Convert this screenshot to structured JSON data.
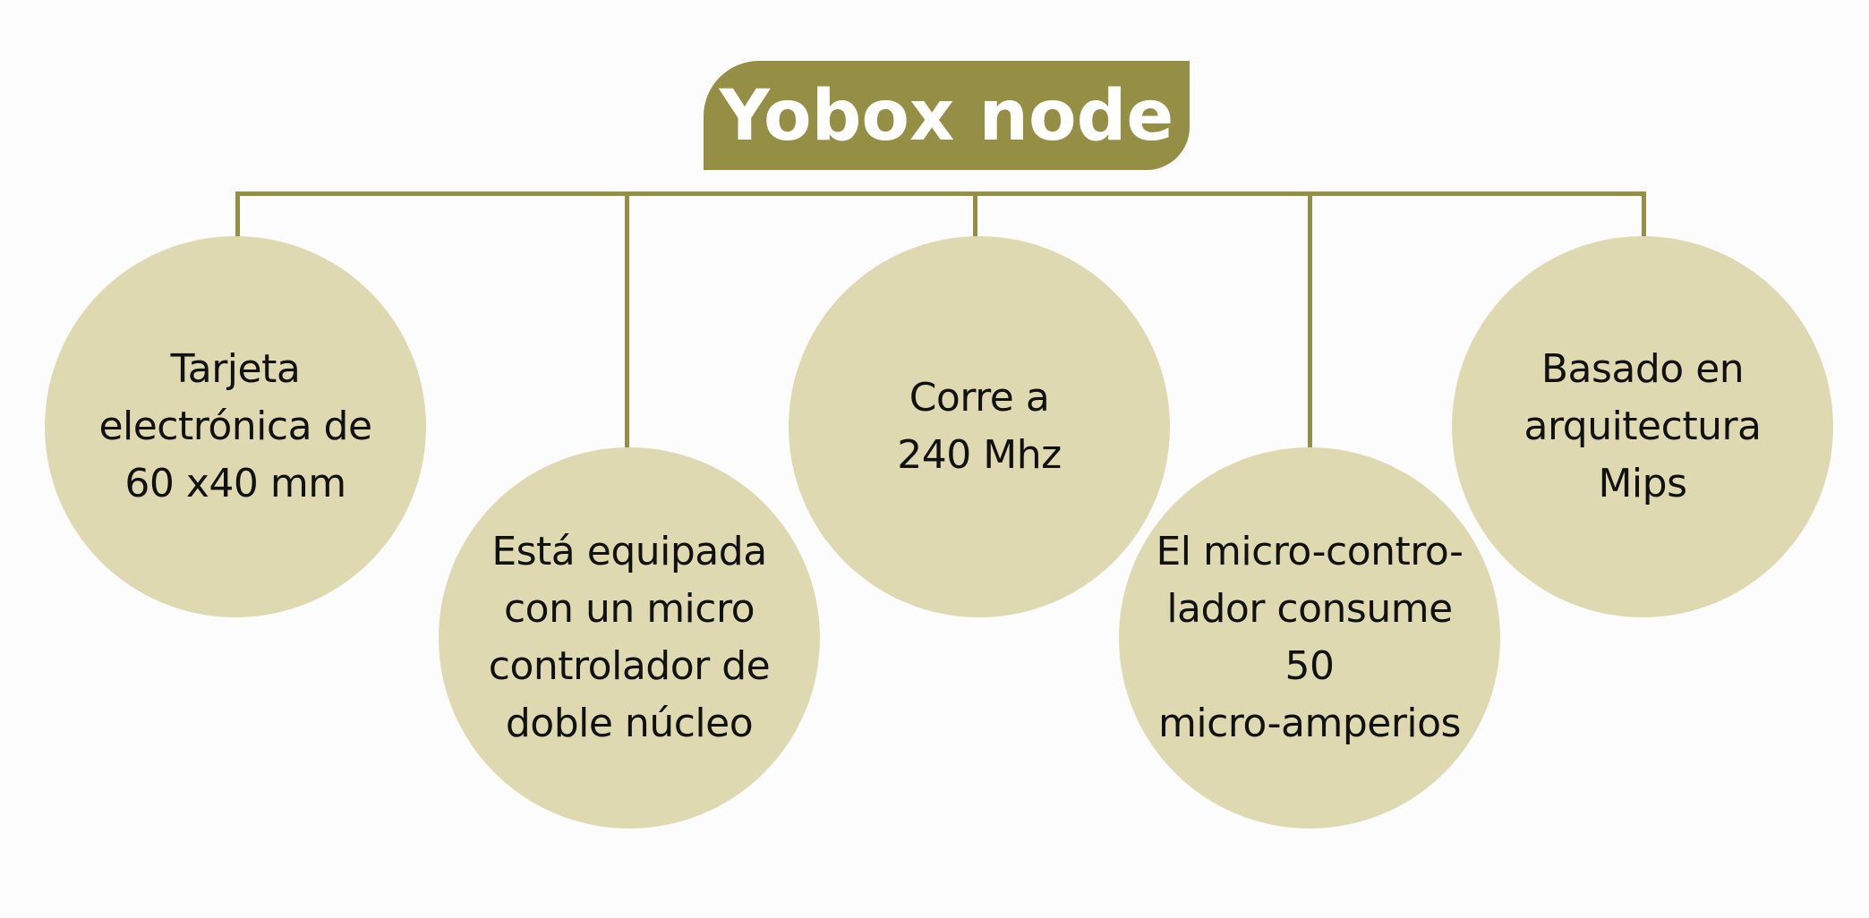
{
  "title": "Yobox node",
  "colors": {
    "accent": "#958e45",
    "node_fill": "#dfd9b2",
    "background": "#fcfcfd",
    "title_text": "#ffffff",
    "node_text": "#111111"
  },
  "nodes": [
    {
      "text": "Tarjeta\nelectrónica de\n60 x40 mm"
    },
    {
      "text": "Está equipada\ncon un micro\ncontrolador de\ndoble núcleo"
    },
    {
      "text": "Corre a\n240 Mhz"
    },
    {
      "text": "El micro-contro-\nlador consume\n50\nmicro-amperios"
    },
    {
      "text": "Basado en\narquitectura\nMips"
    }
  ]
}
